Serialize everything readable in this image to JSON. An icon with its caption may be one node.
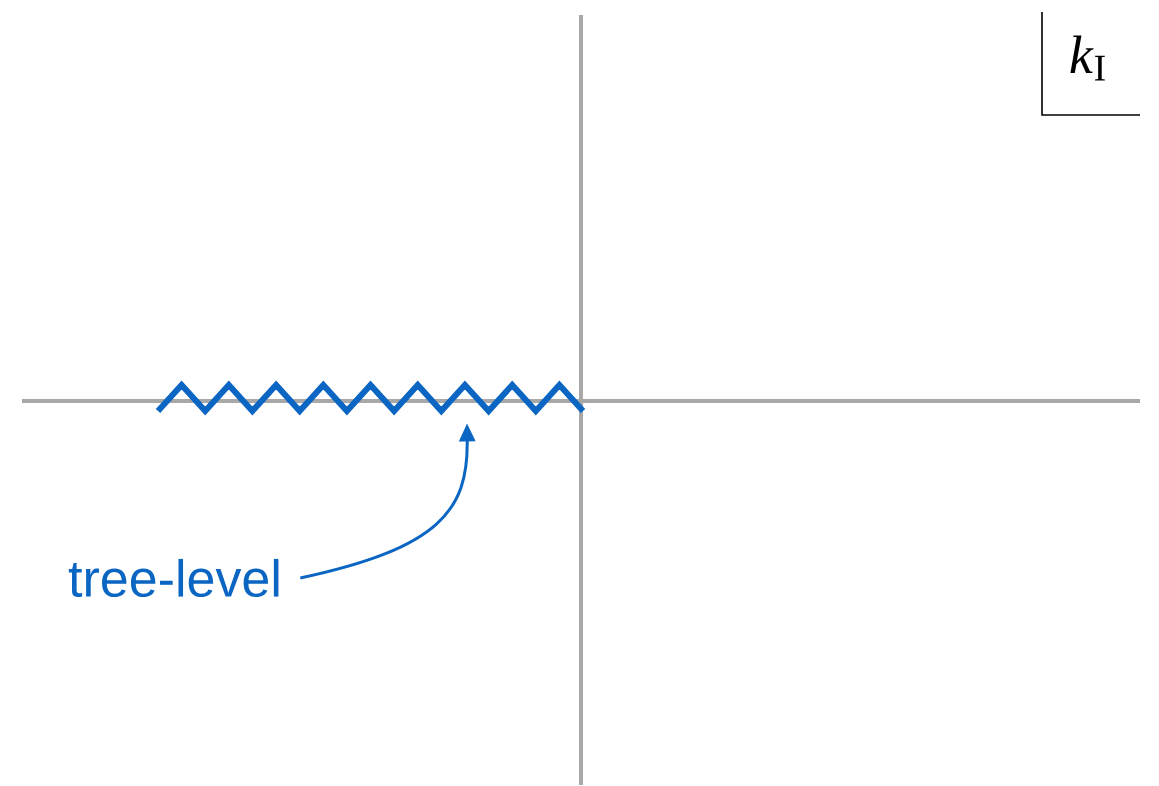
{
  "diagram": {
    "nodes": [
      {
        "text": [
          "tree-level"
        ]
      },
      {
        "text": [],
        "shape": "zigzag"
      }
    ],
    "edges": [
      {
        "from": 0,
        "to": 1,
        "arrow": "to"
      }
    ],
    "labels": [
      "*k*$_{I}$"
    ]
  }
}
